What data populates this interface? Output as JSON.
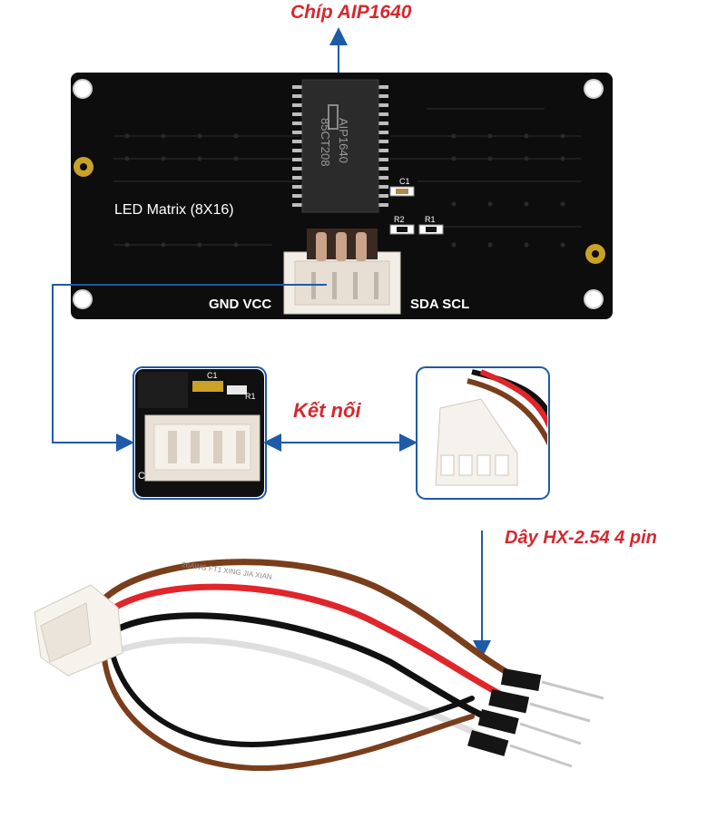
{
  "labels": {
    "chip_label": "Chíp AIP1640",
    "connect_label": "Kết nối",
    "wire_label": "Dây HX-2.54 4 pin"
  },
  "board": {
    "title": "LED Matrix (8X16)",
    "chip_line1": "AIP1640",
    "chip_line2": "85CT208",
    "pins_left": "GND VCC",
    "pins_right": "SDA SCL",
    "c1": "C1",
    "r2": "R2",
    "r1": "R1"
  },
  "inset_left": {
    "c1": "C1",
    "r1": "R1",
    "c_mark": "C"
  },
  "cable": {
    "print_text": "26AWG  FT1  XING  JIA  XIAN"
  },
  "colors": {
    "label_red": "#d7282f",
    "arrow_blue": "#1e5aa8",
    "pcb_black": "#0d0d0d",
    "wire_brown": "#7a3e1c",
    "wire_red": "#e0262b",
    "wire_black": "#111111",
    "wire_white": "#f2f2f2"
  }
}
